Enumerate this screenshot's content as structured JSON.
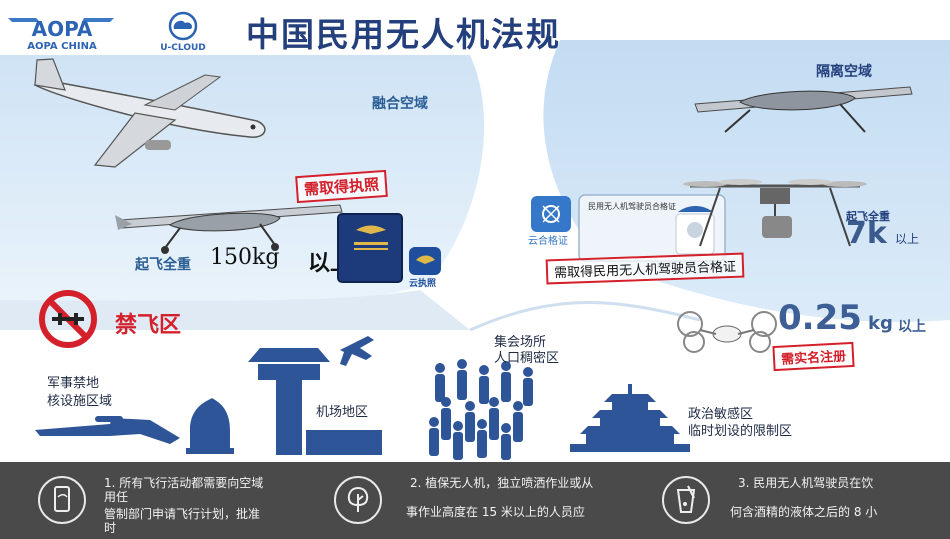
{
  "title": "中国民用无人机法规",
  "logos": {
    "aopa": "AOPA",
    "aopa_sub": "AOPA CHINA",
    "ucloud": "U-CLOUD"
  },
  "zones": {
    "fusion": "融合空域",
    "isolated": "隔离空域"
  },
  "left_section": {
    "license_tag": "需取得执照",
    "takeoff_label": "起飞全重",
    "weight_value": "150kg",
    "weight_suffix": "以上",
    "cloud_text": "云执照"
  },
  "right_section": {
    "cert_tag": "需取得民用无人机驾驶员合格证",
    "cloud_cert": "云合格证",
    "card_title": "民用无人机驾驶员合格证",
    "takeoff_label": "起飞全重",
    "seven_kg": "7k",
    "seven_suffix": "以上",
    "small_value": "0.25",
    "small_unit": "kg",
    "small_suffix": "以上",
    "register_tag": "需实名注册"
  },
  "no_fly": {
    "label": "禁飞区",
    "military": [
      "军事禁地",
      "核设施区域"
    ],
    "airport": "机场地区",
    "crowd": [
      "集会场所",
      "人口稠密区"
    ],
    "political": [
      "政治敏感区",
      "临时划设的限制区"
    ]
  },
  "tips": [
    {
      "icon": "phone-icon",
      "lines": [
        "1. 所有飞行活动都需要向空域",
        "用任",
        "管制部门申请飞行计划，批准",
        "时"
      ]
    },
    {
      "icon": "tree-icon",
      "lines": [
        "2. 植保无人机，独立喷洒作业或从",
        "",
        "事作业高度在 15 米以上的人员应"
      ]
    },
    {
      "icon": "drink-icon",
      "lines": [
        "3. 民用无人机驾驶员在饮",
        "",
        "何含酒精的液体之后的 8 小"
      ]
    }
  ],
  "colors": {
    "title": "#24407c",
    "accent_red": "#d4202a",
    "silhouette": "#2e5597",
    "sky": "#a9cbea",
    "bar": "#4a4a4a"
  }
}
